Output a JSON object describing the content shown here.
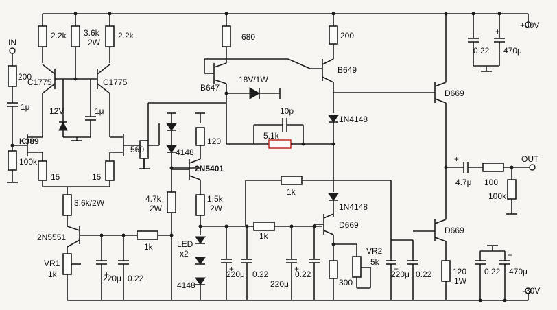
{
  "labels": {
    "in": "IN",
    "out": "OUT",
    "vplus": "+30V",
    "vminus": "-30V",
    "r_200_in": "200",
    "r_2k2_left": "2.2k",
    "r_3k6_top": "3.6k",
    "w_3k6_top": "2W",
    "r_2k2_right": "2.2k",
    "q_c1775_left": "C1775",
    "q_c1775_right": "C1775",
    "c_1u_in": "1μ",
    "z_12v": "12V",
    "c_1u_mid": "1μ",
    "q_k389": "K389",
    "r_100k_in": "100k",
    "r_15_left": "15",
    "r_15_right": "15",
    "r_3k6_2w": "3.6k/2W",
    "q_2n5551": "2N5551",
    "vr1_name": "VR1",
    "vr1_val": "1k",
    "r_1k_bot": "1k",
    "c_220u_a": "220μ",
    "c_022_a": "0.22",
    "r_680": "680",
    "q_b647": "B647",
    "z_18v": "18V/1W",
    "r_560": "560",
    "d_4148_a": "4148",
    "r_120_mid": "120",
    "q_2n5401": "2N5401",
    "r_4k7": "4.7k",
    "w_4k7": "2W",
    "r_1k5": "1.5k",
    "w_1k5": "2W",
    "led_name": "LED",
    "led_count": "x2",
    "d_4148_b": "4148",
    "c_220u_b": "220μ",
    "c_022_b": "0.22",
    "c_220u_c": "220μ",
    "c_022_c": "0.22",
    "c_10p": "10p",
    "r_5k1": "5.1k",
    "r_1k_mid": "1k",
    "r_1k_low": "1k",
    "r_200_top": "200",
    "q_b649": "B649",
    "d_1n4148_a": "1N4148",
    "d_1n4148_b": "1N4148",
    "q_d669_a": "D669",
    "q_d669_b": "D669",
    "q_d669_c": "D669",
    "vr2_name": "VR2",
    "vr2_val": "5k",
    "r_300": "300",
    "c_220u_d": "220μ",
    "c_022_d": "0.22",
    "c_022_top": "0.22",
    "c_470u_top": "470μ",
    "c_47u": "4.7μ",
    "r_100_out": "100",
    "r_100k_out": "100k",
    "r_120_1w": "120",
    "w_120_1w": "1W",
    "c_022_bot": "0.22",
    "c_470u_bot": "470μ",
    "plus_c_47u": "+",
    "plus_c_470u_top": "+",
    "plus_c_470u_bot": "+",
    "plus_c_220u_a": "+",
    "plus_c_220u_b": "+",
    "plus_c_220u_c": "+",
    "plus_c_220u_d": "+"
  }
}
